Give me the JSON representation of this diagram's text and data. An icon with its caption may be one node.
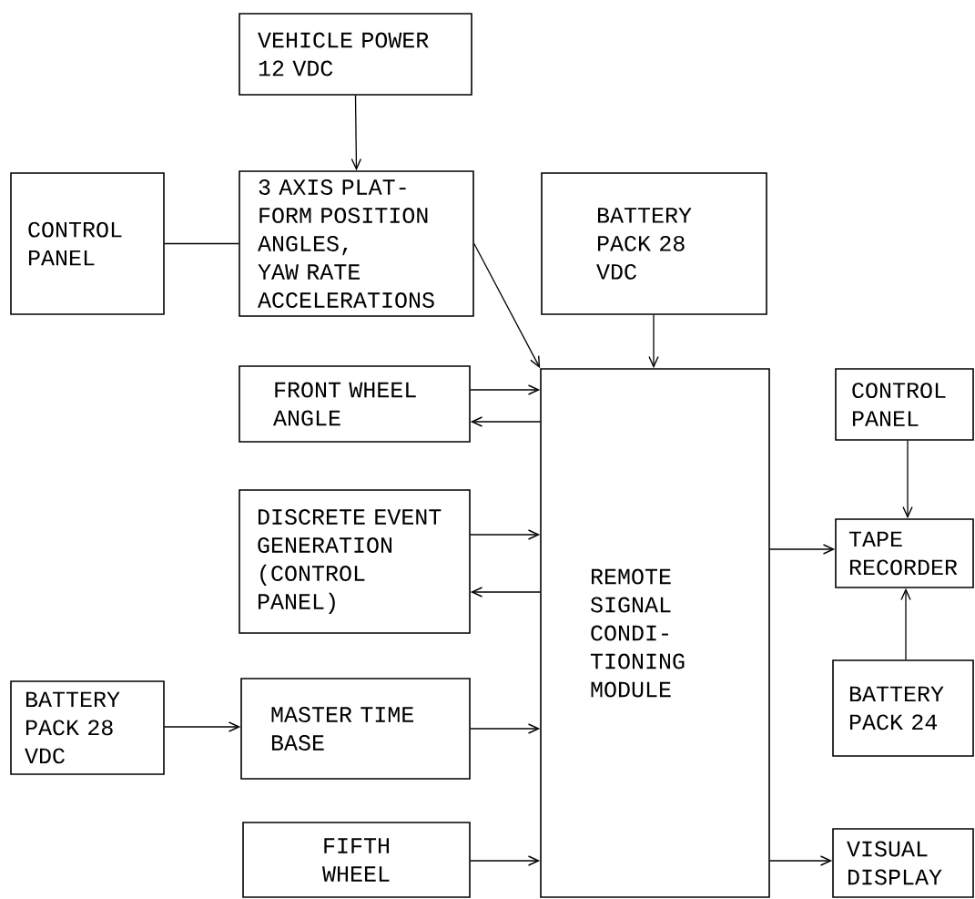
{
  "diagram": {
    "nodes": [
      {
        "text": [
          "VEHICLE POWER 12 VDC"
        ]
      },
      {
        "text": [
          "CONTROL PANEL"
        ]
      },
      {
        "text": [
          "3 AXIS PLAT- FORM POSITION ANGLES, YAW RATE ACCELERATIONS"
        ]
      },
      {
        "text": [
          "BATTERY PACK 28 VDC"
        ]
      },
      {
        "text": [
          "FRONT WHEEL ANGLE"
        ]
      },
      {
        "text": [
          "CONTROL PANEL"
        ]
      },
      {
        "text": [
          "REMOTE SIGNAL CONDI- TIONING MODULE"
        ]
      },
      {
        "text": [
          "DISCRETE EVENT GENERATION (CONTROL PANEL)"
        ]
      },
      {
        "text": [
          "TAPE RECORDER"
        ]
      },
      {
        "text": [
          "BATTERY PACK 28 VDC"
        ]
      },
      {
        "text": [
          "MASTER TIME BASE"
        ]
      },
      {
        "text": [
          "BATTERY PACK 24"
        ]
      },
      {
        "text": [
          "FIFTH WHEEL"
        ]
      },
      {
        "text": [
          "VISUAL DISPLAY"
        ]
      }
    ],
    "edges": [
      {
        "from": 0,
        "to": 2,
        "arrow": "to"
      },
      {
        "from": 1,
        "to": 2,
        "arrow": "none"
      },
      {
        "from": 2,
        "to": 6,
        "arrow": "to"
      },
      {
        "from": 3,
        "to": 6,
        "arrow": "to"
      },
      {
        "from": 4,
        "to": 6,
        "arrow": "to"
      },
      {
        "from": 6,
        "to": 4,
        "arrow": "to"
      },
      {
        "from": 7,
        "to": 6,
        "arrow": "to"
      },
      {
        "from": 6,
        "to": 7,
        "arrow": "to"
      },
      {
        "from": 9,
        "to": 10,
        "arrow": "to"
      },
      {
        "from": 10,
        "to": 6,
        "arrow": "to"
      },
      {
        "from": 12,
        "to": 6,
        "arrow": "to"
      },
      {
        "from": 5,
        "to": 8,
        "arrow": "to"
      },
      {
        "from": 6,
        "to": 8,
        "arrow": "to"
      },
      {
        "from": 11,
        "to": 8,
        "arrow": "to"
      },
      {
        "from": 6,
        "to": 13,
        "arrow": "to"
      }
    ]
  }
}
